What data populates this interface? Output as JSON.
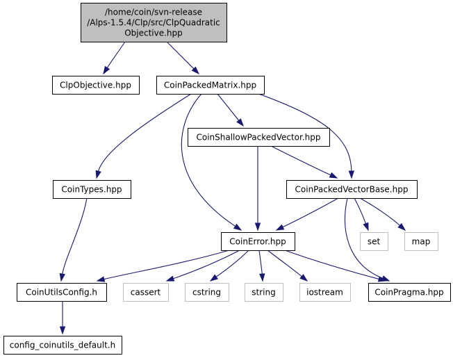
{
  "graph": {
    "nodes": {
      "root": {
        "lines": [
          "/home/coin/svn-release",
          "/Alps-1.5.4/Clp/src/ClpQuadratic",
          "Objective.hpp"
        ],
        "kind": "root"
      },
      "clp_objective": {
        "lines": [
          "ClpObjective.hpp"
        ],
        "kind": "local"
      },
      "coin_packed_matrix": {
        "lines": [
          "CoinPackedMatrix.hpp"
        ],
        "kind": "local"
      },
      "coin_shallow_packed_vector": {
        "lines": [
          "CoinShallowPackedVector.hpp"
        ],
        "kind": "local"
      },
      "coin_types": {
        "lines": [
          "CoinTypes.hpp"
        ],
        "kind": "local"
      },
      "coin_packed_vector_base": {
        "lines": [
          "CoinPackedVectorBase.hpp"
        ],
        "kind": "local"
      },
      "set": {
        "lines": [
          "set"
        ],
        "kind": "system"
      },
      "map": {
        "lines": [
          "map"
        ],
        "kind": "system"
      },
      "coin_error": {
        "lines": [
          "CoinError.hpp"
        ],
        "kind": "local"
      },
      "coin_utils_config": {
        "lines": [
          "CoinUtilsConfig.h"
        ],
        "kind": "local"
      },
      "cassert": {
        "lines": [
          "cassert"
        ],
        "kind": "system"
      },
      "cstring": {
        "lines": [
          "cstring"
        ],
        "kind": "system"
      },
      "string": {
        "lines": [
          "string"
        ],
        "kind": "system"
      },
      "iostream": {
        "lines": [
          "iostream"
        ],
        "kind": "system"
      },
      "coin_pragma": {
        "lines": [
          "CoinPragma.hpp"
        ],
        "kind": "local"
      },
      "config_coinutils_default": {
        "lines": [
          "config_coinutils_default.h"
        ],
        "kind": "local"
      }
    },
    "edges": [
      [
        "root",
        "clp_objective"
      ],
      [
        "root",
        "coin_packed_matrix"
      ],
      [
        "coin_packed_matrix",
        "coin_shallow_packed_vector"
      ],
      [
        "coin_packed_matrix",
        "coin_types"
      ],
      [
        "coin_packed_matrix",
        "coin_error"
      ],
      [
        "coin_packed_matrix",
        "coin_packed_vector_base"
      ],
      [
        "coin_shallow_packed_vector",
        "coin_error"
      ],
      [
        "coin_shallow_packed_vector",
        "coin_packed_vector_base"
      ],
      [
        "coin_types",
        "coin_utils_config"
      ],
      [
        "coin_packed_vector_base",
        "coin_error"
      ],
      [
        "coin_packed_vector_base",
        "set"
      ],
      [
        "coin_packed_vector_base",
        "map"
      ],
      [
        "coin_packed_vector_base",
        "coin_pragma"
      ],
      [
        "coin_error",
        "coin_utils_config"
      ],
      [
        "coin_error",
        "cassert"
      ],
      [
        "coin_error",
        "cstring"
      ],
      [
        "coin_error",
        "string"
      ],
      [
        "coin_error",
        "iostream"
      ],
      [
        "coin_error",
        "coin_pragma"
      ],
      [
        "coin_utils_config",
        "config_coinutils_default"
      ]
    ]
  },
  "colors": {
    "edge": "#191970",
    "root_fill": "#bfbfbf",
    "system_border": "#bfbfbf",
    "local_border": "#000000"
  }
}
